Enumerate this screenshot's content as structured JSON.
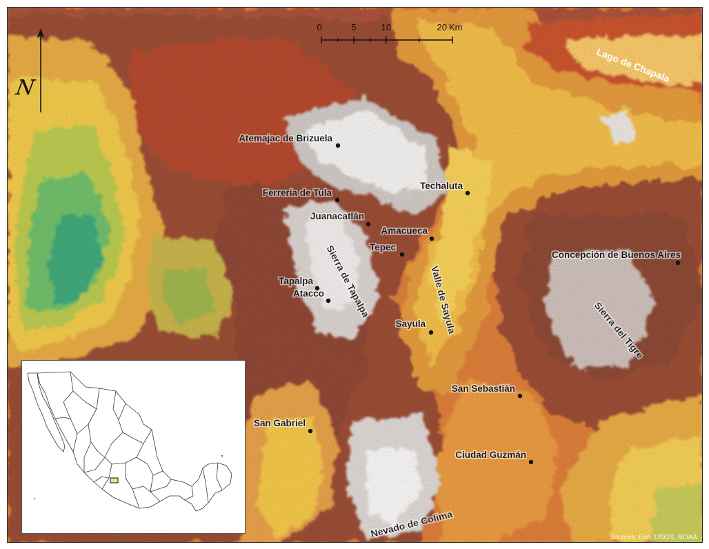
{
  "map": {
    "north_glyph": "N",
    "scale_bar": {
      "ticks": [
        "0",
        "5",
        "10",
        "20"
      ],
      "unit": "Km"
    },
    "lake_label": "Lago de Chapala",
    "regions": {
      "sierra_tapalpa": "Sierra de Tapalpa",
      "valle_sayula": "Valle de Sayula",
      "sierra_tigre": "Sierra del Tigre",
      "nevado_colima": "Nevado de Colima"
    },
    "towns": {
      "atemajac": "Atemajac de Brizuela",
      "ferreria": "Ferrería de Tula",
      "juanacatlan": "Juanacatlán",
      "techaluta": "Techaluta",
      "amacueca": "Amacueca",
      "tepec": "Tepec",
      "concepcion": "Concepción de Buenos Aires",
      "tapalpa": "Tapalpa",
      "atacco": "Atacco",
      "sayula": "Sayula",
      "san_sebastian": "San Sebastián",
      "san_gabriel": "San Gabriel",
      "ciudad_guzman": "Ciudad Guzmán"
    },
    "credits": "Sources: Esri, USGS, NOAA",
    "colors": {
      "highland_white": "#f4f4f4",
      "upland_brown": "#8c4a36",
      "mid_red": "#b8452c",
      "lowland_orange": "#e8a03c",
      "plain_yellow": "#f1c64a",
      "valley_green": "#3fa87a",
      "lake_orange": "#f6c76a"
    },
    "inset": {
      "highlight_color": "#f3e37a"
    }
  }
}
